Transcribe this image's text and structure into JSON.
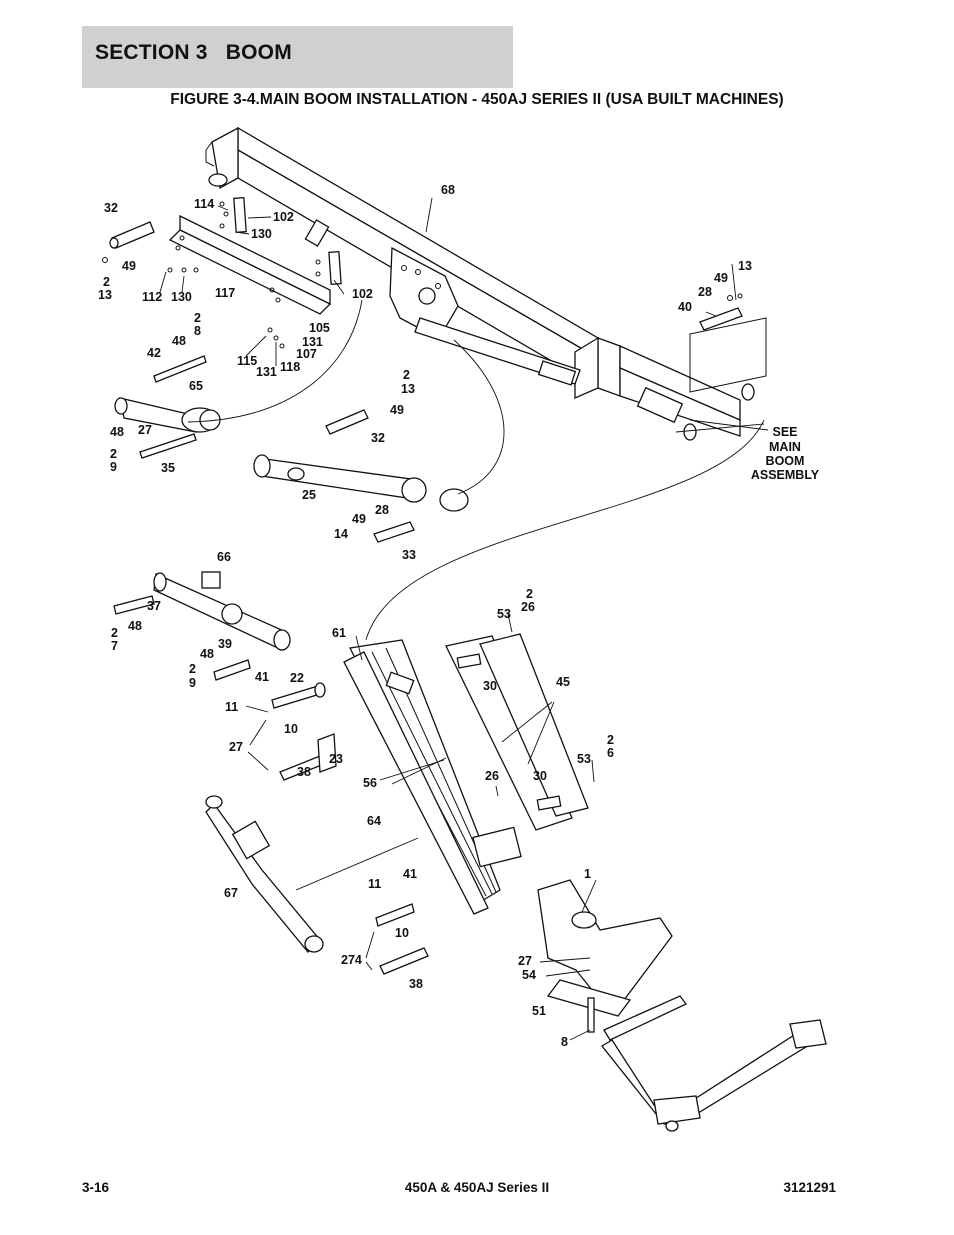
{
  "header": {
    "section_title": "SECTION 3   BOOM",
    "figure_title": "FIGURE 3-4.MAIN BOOM INSTALLATION - 450AJ SERIES II (USA BUILT MACHINES)"
  },
  "callouts": [
    {
      "id": "c68",
      "text": "68"
    },
    {
      "id": "c32a",
      "text": "32"
    },
    {
      "id": "c114",
      "text": "114"
    },
    {
      "id": "c102a",
      "text": "102"
    },
    {
      "id": "c130a",
      "text": "130"
    },
    {
      "id": "c49a",
      "text": "49"
    },
    {
      "id": "c2a",
      "text": "2"
    },
    {
      "id": "c13a",
      "text": "13"
    },
    {
      "id": "c112",
      "text": "112"
    },
    {
      "id": "c130b",
      "text": "130"
    },
    {
      "id": "c117",
      "text": "117"
    },
    {
      "id": "c102b",
      "text": "102"
    },
    {
      "id": "c13b",
      "text": "13"
    },
    {
      "id": "c49b",
      "text": "49"
    },
    {
      "id": "c28a",
      "text": "28"
    },
    {
      "id": "c40",
      "text": "40"
    },
    {
      "id": "c2b",
      "text": "2"
    },
    {
      "id": "c8a",
      "text": "8"
    },
    {
      "id": "c48a",
      "text": "48"
    },
    {
      "id": "c105",
      "text": "105"
    },
    {
      "id": "c131a",
      "text": "131"
    },
    {
      "id": "c42",
      "text": "42"
    },
    {
      "id": "c107",
      "text": "107"
    },
    {
      "id": "c115",
      "text": "115"
    },
    {
      "id": "c118",
      "text": "118"
    },
    {
      "id": "c131b",
      "text": "131"
    },
    {
      "id": "c65",
      "text": "65"
    },
    {
      "id": "c2c",
      "text": "2"
    },
    {
      "id": "c13c",
      "text": "13"
    },
    {
      "id": "c49c",
      "text": "49"
    },
    {
      "id": "c48b",
      "text": "48"
    },
    {
      "id": "c27a",
      "text": "27"
    },
    {
      "id": "c32b",
      "text": "32"
    },
    {
      "id": "c2d",
      "text": "2"
    },
    {
      "id": "c9a",
      "text": "9"
    },
    {
      "id": "c35",
      "text": "35"
    },
    {
      "id": "c25",
      "text": "25"
    },
    {
      "id": "c49d",
      "text": "49"
    },
    {
      "id": "c28b",
      "text": "28"
    },
    {
      "id": "c14",
      "text": "14"
    },
    {
      "id": "c33",
      "text": "33"
    },
    {
      "id": "c66",
      "text": "66"
    },
    {
      "id": "c37",
      "text": "37"
    },
    {
      "id": "c2e",
      "text": "2"
    },
    {
      "id": "c48c",
      "text": "48"
    },
    {
      "id": "c7",
      "text": "7"
    },
    {
      "id": "c2f",
      "text": "2"
    },
    {
      "id": "c26a",
      "text": "26"
    },
    {
      "id": "c53a",
      "text": "53"
    },
    {
      "id": "c61",
      "text": "61"
    },
    {
      "id": "c39",
      "text": "39"
    },
    {
      "id": "c48d",
      "text": "48"
    },
    {
      "id": "c2g",
      "text": "2"
    },
    {
      "id": "c9b",
      "text": "9"
    },
    {
      "id": "c41a",
      "text": "41"
    },
    {
      "id": "c22",
      "text": "22"
    },
    {
      "id": "c30a",
      "text": "30"
    },
    {
      "id": "c45",
      "text": "45"
    },
    {
      "id": "c11a",
      "text": "11"
    },
    {
      "id": "c10a",
      "text": "10"
    },
    {
      "id": "c27b",
      "text": "27"
    },
    {
      "id": "c23",
      "text": "23"
    },
    {
      "id": "c2h",
      "text": "2"
    },
    {
      "id": "c6",
      "text": "6"
    },
    {
      "id": "c53b",
      "text": "53"
    },
    {
      "id": "c38a",
      "text": "38"
    },
    {
      "id": "c26b",
      "text": "26"
    },
    {
      "id": "c30b",
      "text": "30"
    },
    {
      "id": "c56",
      "text": "56"
    },
    {
      "id": "c64",
      "text": "64"
    },
    {
      "id": "c67",
      "text": "67"
    },
    {
      "id": "c1",
      "text": "1"
    },
    {
      "id": "c11b",
      "text": "11"
    },
    {
      "id": "c41b",
      "text": "41"
    },
    {
      "id": "c10b",
      "text": "10"
    },
    {
      "id": "c274",
      "text": "274"
    },
    {
      "id": "c27c",
      "text": "27"
    },
    {
      "id": "c54",
      "text": "54"
    },
    {
      "id": "c38b",
      "text": "38"
    },
    {
      "id": "c51",
      "text": "51"
    },
    {
      "id": "c8b",
      "text": "8"
    }
  ],
  "see_note": [
    "SEE",
    "MAIN",
    "BOOM",
    "ASSEMBLY"
  ],
  "footer": {
    "page_number": "3-16",
    "model": "450A & 450AJ Series II",
    "doc_number": "3121291"
  }
}
